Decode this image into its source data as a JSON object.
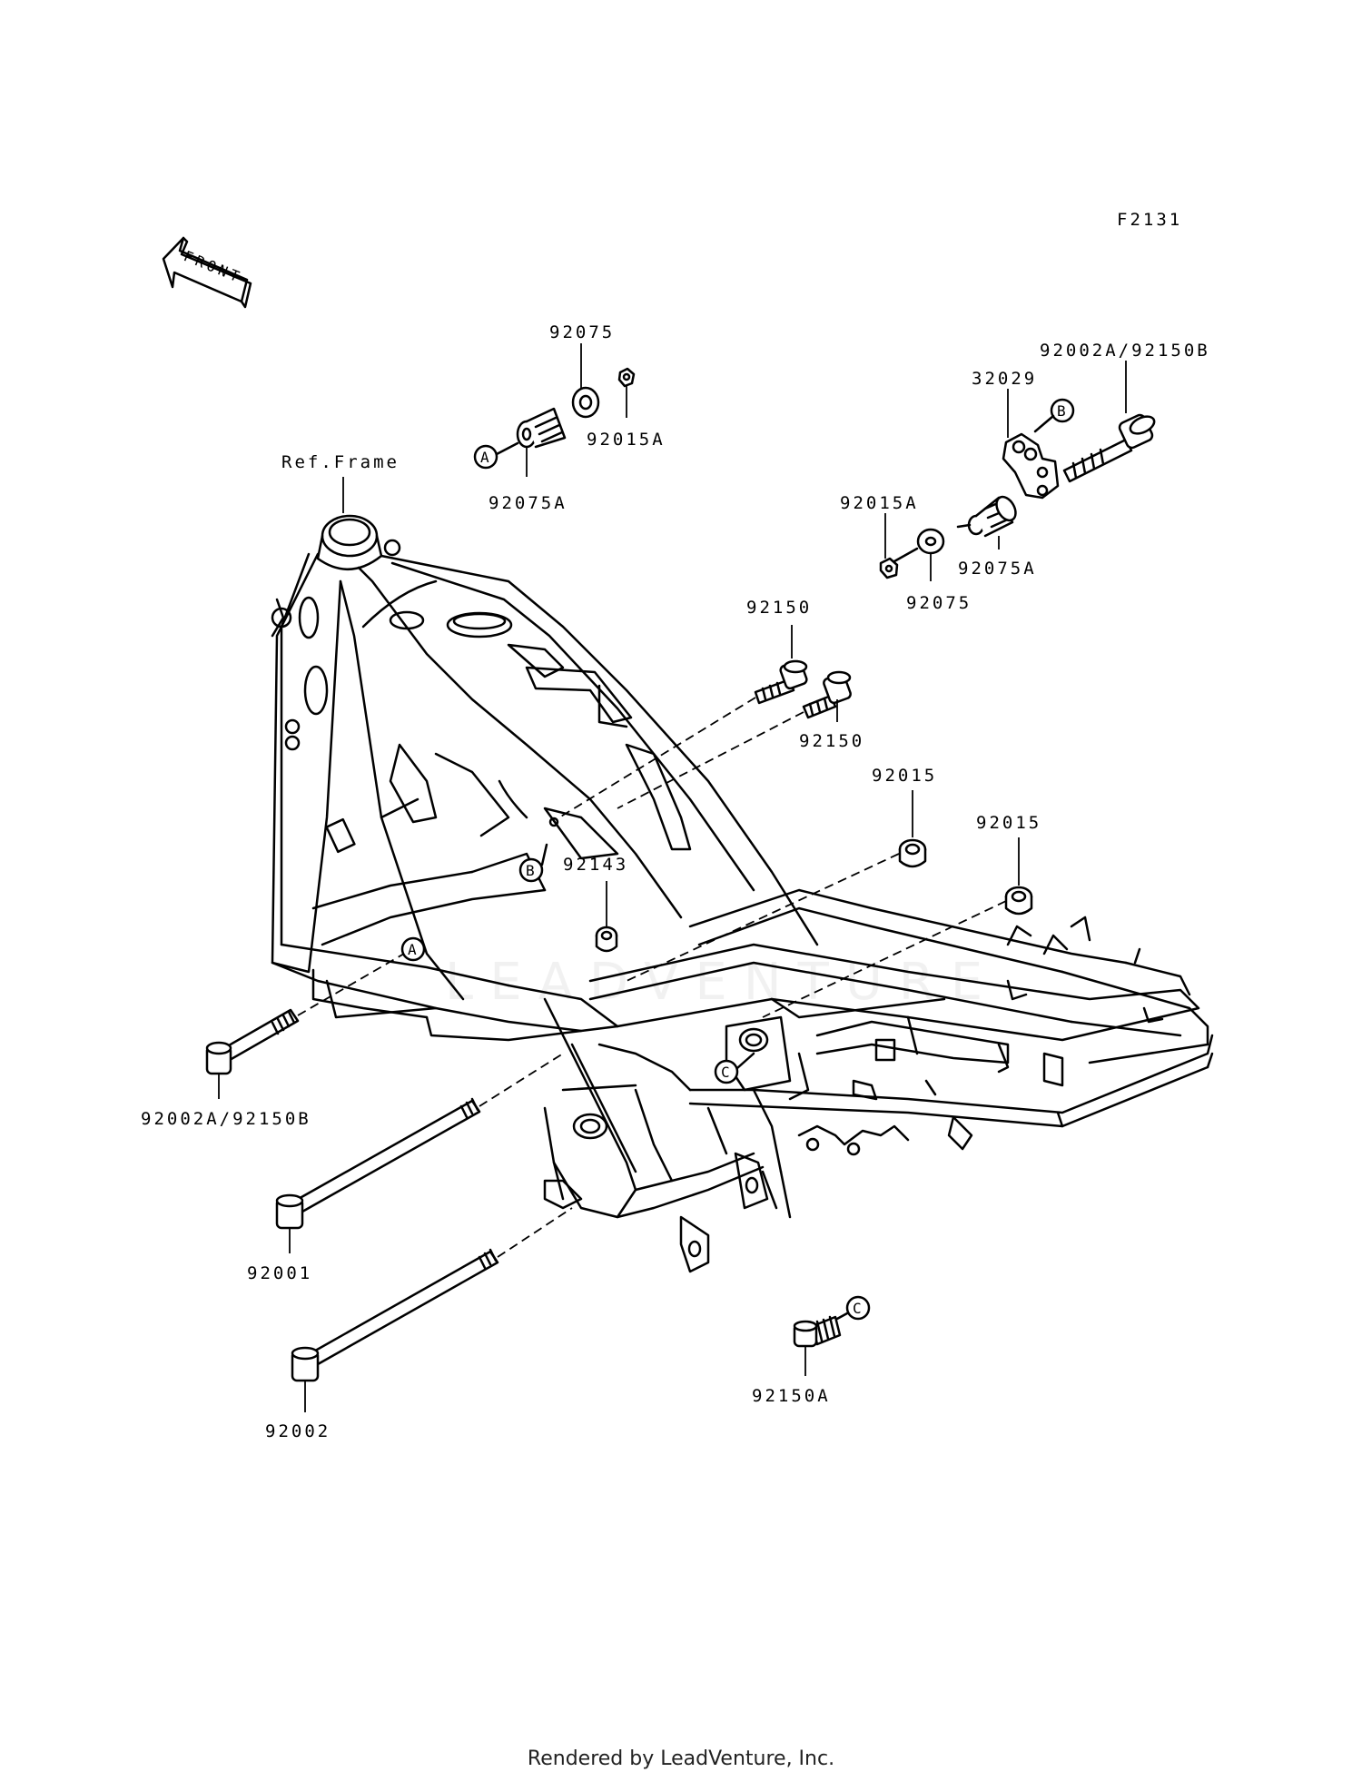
{
  "figure_code": "F2131",
  "front_arrow_label": "FRONT",
  "ref_frame_label": "Ref.Frame",
  "watermark": "LEADVENTURE",
  "footer": "Rendered by LeadVenture, Inc.",
  "callout_markers": [
    "A",
    "B",
    "C"
  ],
  "part_labels": {
    "p92075_top": "92075",
    "p92015A_top": "92015A",
    "p92075A_top": "92075A",
    "p92002A_92150B_right": "92002A/92150B",
    "p32029": "32029",
    "p92015A_right": "92015A",
    "p92075A_right": "92075A",
    "p92075_right": "92075",
    "p92150_a": "92150",
    "p92150_b": "92150",
    "p92015_a": "92015",
    "p92015_b": "92015",
    "p92143": "92143",
    "p92002A_92150B_left": "92002A/92150B",
    "p92001": "92001",
    "p92002": "92002",
    "p92150A": "92150A"
  }
}
